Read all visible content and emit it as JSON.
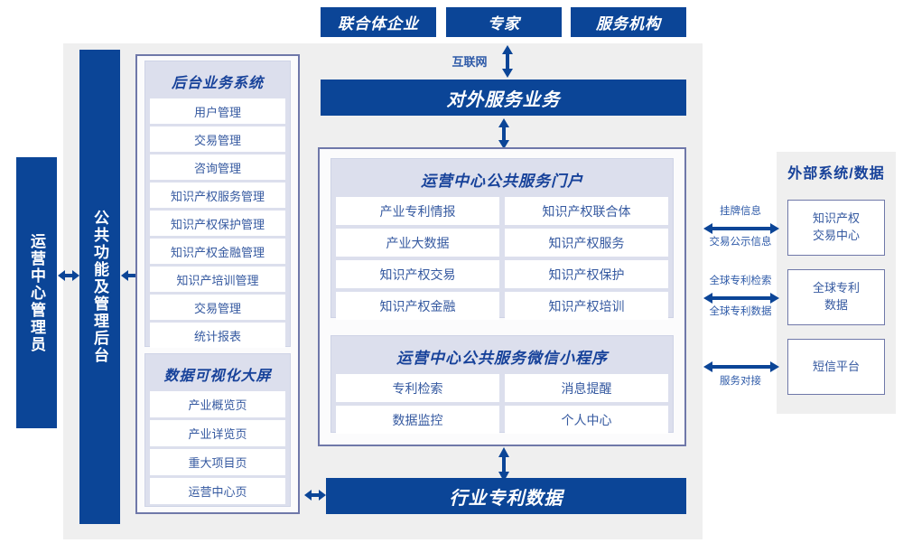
{
  "diagram": {
    "title_role": "运营中心管理员",
    "admin_bar": "运营中心管理员",
    "common_bar": "公共功能及管理后台",
    "internet_label": "互联网",
    "top_actors": [
      {
        "label": "联合体企业"
      },
      {
        "label": "专家"
      },
      {
        "label": "服务机构"
      }
    ],
    "external_service_bar": "对外服务业务",
    "bottom_bar": "行业专利数据",
    "backend": {
      "title": "后台业务系统",
      "items": [
        "用户管理",
        "交易管理",
        "咨询管理",
        "知识产权服务管理",
        "知识产权保护管理",
        "知识产权金融管理",
        "知识产培训管理",
        "交易管理",
        "统计报表"
      ]
    },
    "dataviz": {
      "title": "数据可视化大屏",
      "items": [
        "产业概览页",
        "产业详览页",
        "重大项目页",
        "运营中心页"
      ]
    },
    "portal": {
      "title": "运营中心公共服务门户",
      "items": [
        "产业专利情报",
        "知识产权联合体",
        "产业大数据",
        "知识产权服务",
        "知识产权交易",
        "知识产权保护",
        "知识产权金融",
        "知识产权培训"
      ]
    },
    "miniprogram": {
      "title": "运营中心公共服务微信小程序",
      "items": [
        "专利检索",
        "消息提醒",
        "数据监控",
        "个人中心"
      ]
    },
    "external": {
      "title": "外部系统/数据",
      "boxes": [
        {
          "label": "知识产权\n交易中心"
        },
        {
          "label": "全球专利\n数据"
        },
        {
          "label": "短信平台"
        }
      ],
      "connectors": [
        {
          "top": "挂牌信息",
          "bottom": "交易公示信息"
        },
        {
          "top": "全球专利检索",
          "bottom": "全球专利数据"
        },
        {
          "top": "",
          "bottom": "服务对接"
        }
      ]
    },
    "colors": {
      "brand_blue": "#0b4597",
      "title_blue": "#17429a",
      "cell_text": "#3559a0",
      "group_fill": "#dcdfed",
      "panel_gray": "#efefef",
      "frame_border": "#6f78a9"
    }
  }
}
